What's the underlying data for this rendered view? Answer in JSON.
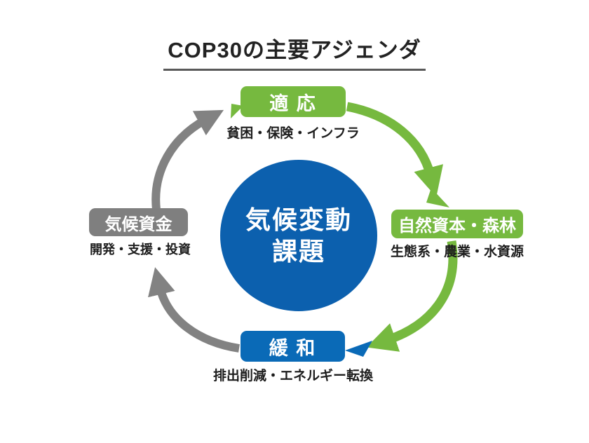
{
  "title": "COP30の主要アジェンダ",
  "center": {
    "line1": "気候変動",
    "line2": "課題",
    "color": "#0c60ae"
  },
  "nodes": {
    "adaptation": {
      "label": "適 応",
      "description": "貧困・保険・インフラ",
      "color": "#76b93f",
      "position": "top"
    },
    "natural_capital": {
      "label": "自然資本・森林",
      "description": "生態系・農業・水資源",
      "color": "#76b93f",
      "position": "right"
    },
    "mitigation": {
      "label": "緩 和",
      "description": "排出削減・エネルギー転換",
      "color": "#0a6ab7",
      "position": "bottom"
    },
    "finance": {
      "label": "気候資金",
      "description": "開発・支援・投資",
      "color": "#7f7f7f",
      "position": "left"
    }
  },
  "arrows": [
    {
      "name": "finance-to-adaptation",
      "color": "#828282"
    },
    {
      "name": "adaptation-to-natural-capital",
      "color": "#76b93f"
    },
    {
      "name": "natural-capital-to-mitigation",
      "color": "#76b93f"
    },
    {
      "name": "mitigation-to-finance",
      "color": "#828282"
    }
  ],
  "colors": {
    "background": "#ffffff",
    "title_text": "#222222",
    "title_underline": "#595959",
    "sub_text": "#1d1d1d",
    "green": "#76b93f",
    "blue": "#0a6ab7",
    "gray": "#7f7f7f"
  }
}
